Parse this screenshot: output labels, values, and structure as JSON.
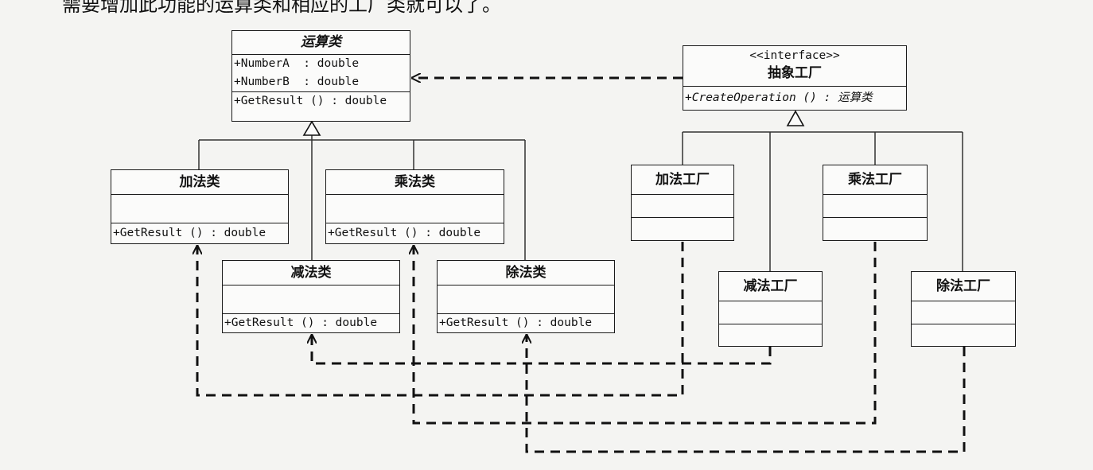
{
  "page_text": "需要增加此功能的运算类和相应的工厂类就可以了。",
  "abstract_class": {
    "name": "运算类",
    "attributes": [
      "+NumberA  : double",
      "+NumberB  : double"
    ],
    "operations": [
      "+GetResult () : double"
    ]
  },
  "factory_interface": {
    "stereotype": "<<interface>>",
    "name": "抽象工厂",
    "operations": [
      "+CreateOperation () : 运算类"
    ]
  },
  "concrete_classes": [
    {
      "name": "加法类",
      "operation": "+GetResult () : double"
    },
    {
      "name": "乘法类",
      "operation": "+GetResult () : double"
    },
    {
      "name": "减法类",
      "operation": "+GetResult () : double"
    },
    {
      "name": "除法类",
      "operation": "+GetResult () : double"
    }
  ],
  "factories": [
    {
      "name": "加法工厂"
    },
    {
      "name": "乘法工厂"
    },
    {
      "name": "减法工厂"
    },
    {
      "name": "除法工厂"
    }
  ]
}
